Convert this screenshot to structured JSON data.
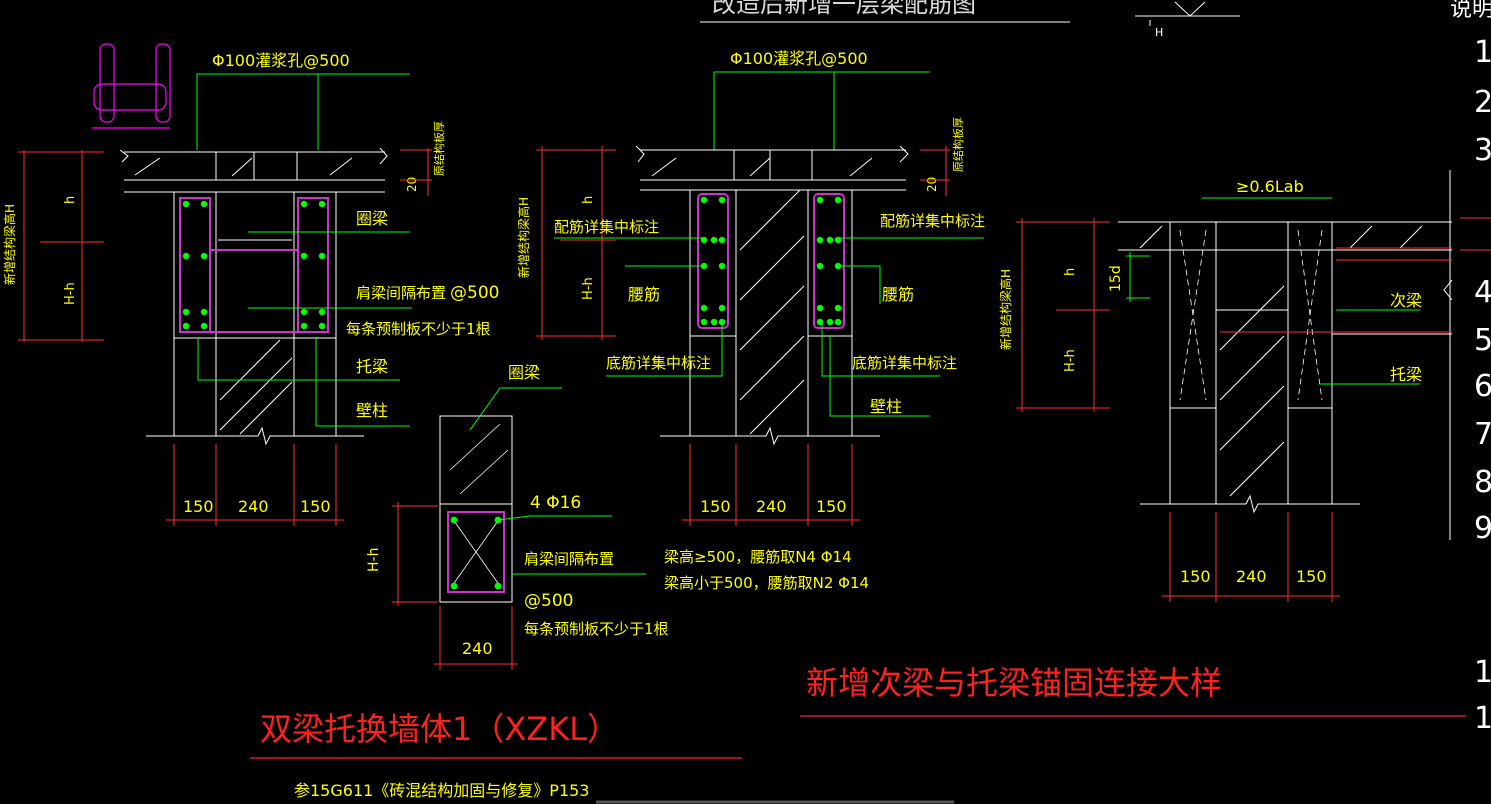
{
  "colors": {
    "background": "#000000",
    "outline": "#ffffff",
    "annotation": "#ffff00",
    "leader": "#00ff00",
    "stirrup": "#ff00ff",
    "rebar_dot": "#00ff00",
    "title": "#ff2020",
    "dimension_line": "#ff3030"
  },
  "top": {
    "partial_title": "改造后新增一层梁配筋图",
    "elevation_mark": "H",
    "notes_label": "说明:",
    "note_numbers_top": [
      "1",
      "2",
      "3"
    ],
    "note_numbers_mid": [
      "4",
      "5",
      "6",
      "7",
      "8",
      "9"
    ],
    "note_numbers_bottom": [
      "1",
      "1"
    ]
  },
  "left_detail": {
    "grout_hole": "Φ100灌浆孔@500",
    "slab_thickness": "原结构板厚",
    "dim_20": "20",
    "height_label": "新增结构梁高H",
    "h": "h",
    "H_minus_h": "H-h",
    "ring_beam": "圈梁",
    "shoulder_beam": "肩梁间隔布置",
    "spacing": "@500",
    "min_per_panel": "每条预制板不少于1根",
    "transfer_beam": "托梁",
    "wall_pilaster": "壁柱",
    "dims": [
      "150",
      "240",
      "150"
    ]
  },
  "section_detail": {
    "ring_beam": "圈梁",
    "rebar": "4 Φ16",
    "H_minus_h": "H-h",
    "shoulder_beam": "肩梁间隔布置",
    "spacing": "@500",
    "min_per_panel": "每条预制板不少于1根",
    "width": "240"
  },
  "middle_detail": {
    "grout_hole": "Φ100灌浆孔@500",
    "slab_thickness": "原结构板厚",
    "dim_20": "20",
    "height_label": "新增结构梁高H",
    "h": "h",
    "H_minus_h": "H-h",
    "rebar_note_left": "配筋详集中标注",
    "rebar_note_right": "配筋详集中标注",
    "waist_left": "腰筋",
    "waist_right": "腰筋",
    "bottom_left": "底筋详集中标注",
    "bottom_right": "底筋详集中标注",
    "wall_pilaster": "壁柱",
    "waist_rule_1": "梁高≥500，腰筋取N4 Φ14",
    "waist_rule_2": "梁高小于500，腰筋取N2 Φ14",
    "dims": [
      "150",
      "240",
      "150"
    ]
  },
  "right_detail": {
    "anchor": "≥0.6Lab",
    "d15": "15d",
    "h": "h",
    "H_minus_h": "H-h",
    "height_label": "新增结构梁高H",
    "secondary_beam": "次梁",
    "transfer_beam": "托梁",
    "dims": [
      "150",
      "240",
      "150"
    ]
  },
  "titles": {
    "double_beam": "双梁托换墙体1（XZKL）",
    "reference": "参15G611《砖混结构加固与修复》P153",
    "anchor_detail": "新增次梁与托梁锚固连接大样"
  }
}
